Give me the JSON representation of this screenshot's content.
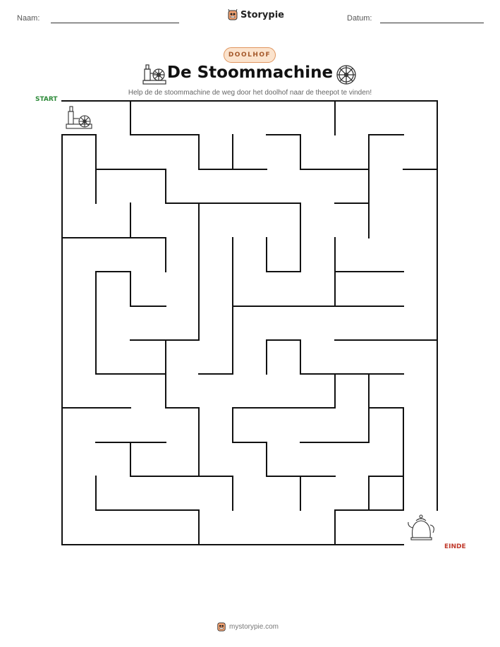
{
  "header": {
    "name_label": "Naam:",
    "date_label": "Datum:",
    "brand": "Storypie"
  },
  "worksheet": {
    "type_badge": "DOOLHOF",
    "title": "De Stoommachine",
    "instruction": "Help de de stoommachine de weg door het doolhof naar de theepot te vinden!"
  },
  "maze": {
    "start_label": "START",
    "end_label": "EINDE",
    "start_icon": "steam-engine-icon",
    "end_icon": "teapot-icon"
  },
  "footer": {
    "site": "mystorypie.com"
  }
}
